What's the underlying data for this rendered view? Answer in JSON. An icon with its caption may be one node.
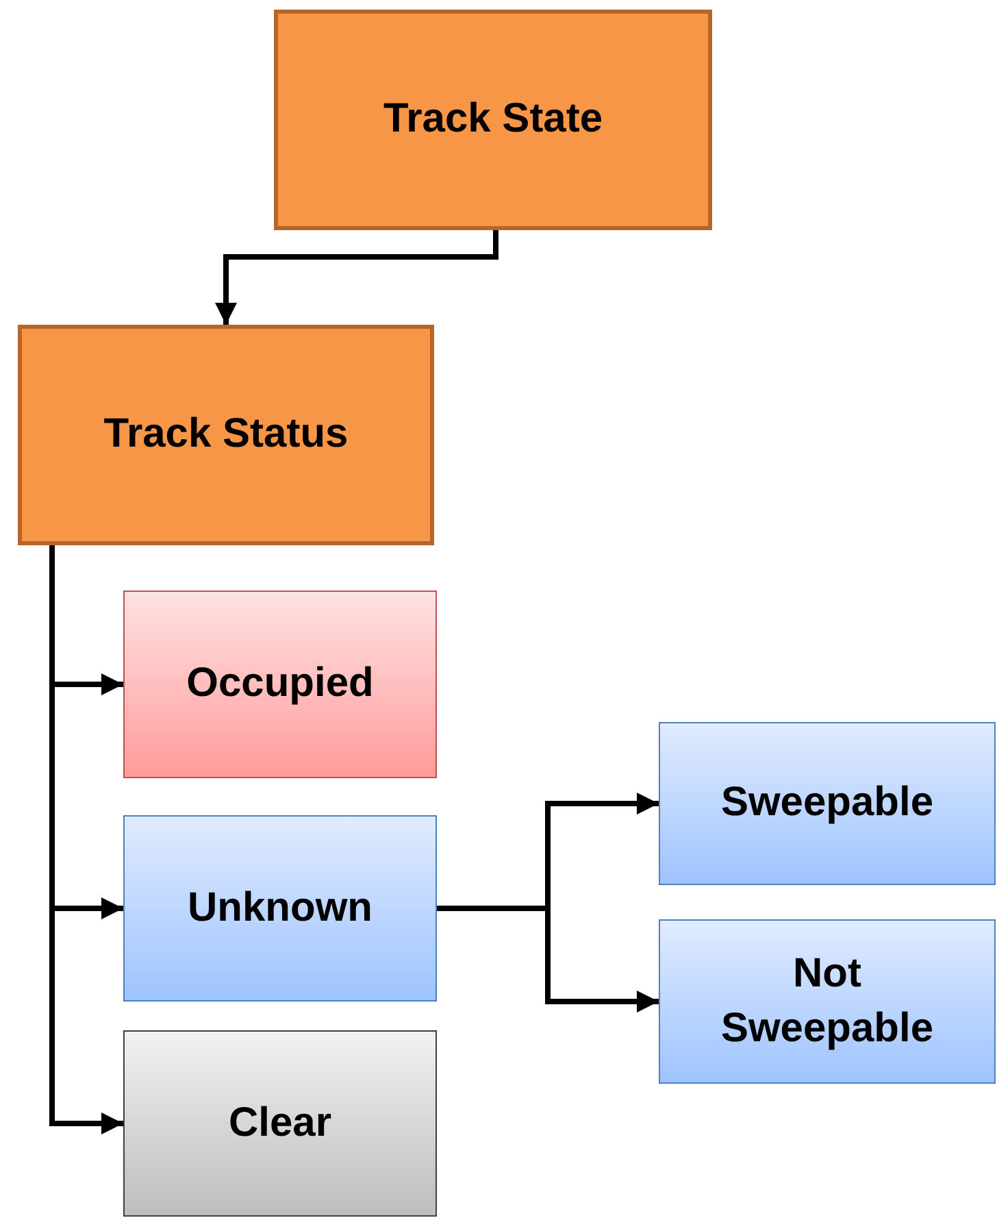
{
  "diagram": {
    "nodes": [
      {
        "text": [
          "Track State"
        ]
      },
      {
        "text": [
          "Track Status"
        ]
      },
      {
        "text": [
          "Occupied"
        ]
      },
      {
        "text": [
          "Unknown"
        ]
      },
      {
        "text": [
          "Clear"
        ]
      },
      {
        "text": [
          "Sweepable"
        ]
      },
      {
        "text": [
          "Not Sweepable"
        ]
      }
    ],
    "edges": [
      {
        "from": 0,
        "to": 1,
        "arrow": "to"
      },
      {
        "from": 1,
        "to": 2,
        "arrow": "to"
      },
      {
        "from": 1,
        "to": 3,
        "arrow": "to"
      },
      {
        "from": 1,
        "to": 4,
        "arrow": "to"
      },
      {
        "from": 3,
        "to": 5,
        "arrow": "to"
      },
      {
        "from": 3,
        "to": 6,
        "arrow": "to"
      }
    ]
  }
}
